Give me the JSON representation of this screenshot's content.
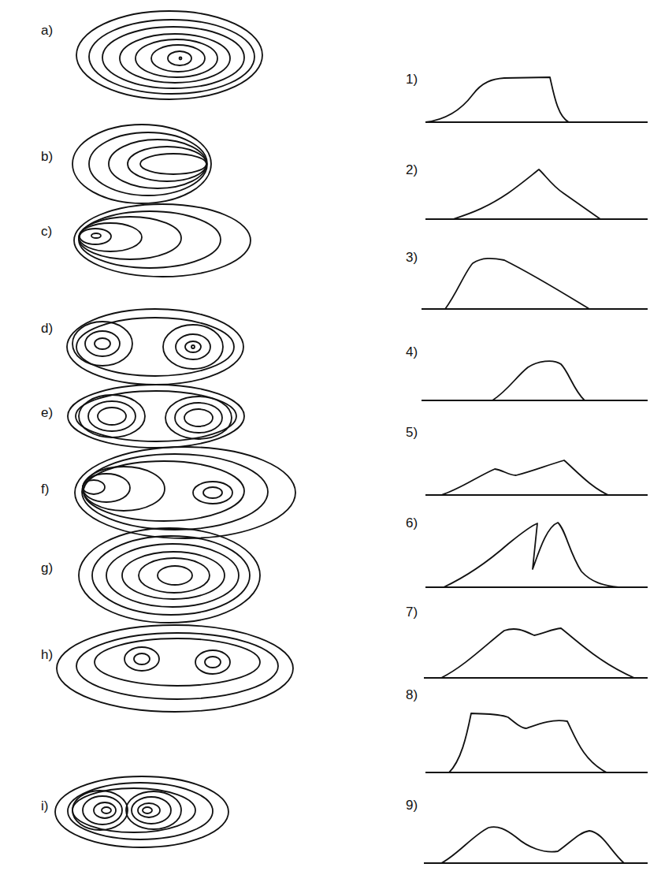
{
  "diagram": {
    "labels": [
      "a)",
      "b)",
      "c)",
      "d)",
      "e)",
      "f)",
      "g)",
      "h)",
      "i)",
      "1)",
      "2)",
      "3)",
      "4)",
      "5)",
      "6)",
      "7)",
      "8)",
      "9)"
    ]
  }
}
